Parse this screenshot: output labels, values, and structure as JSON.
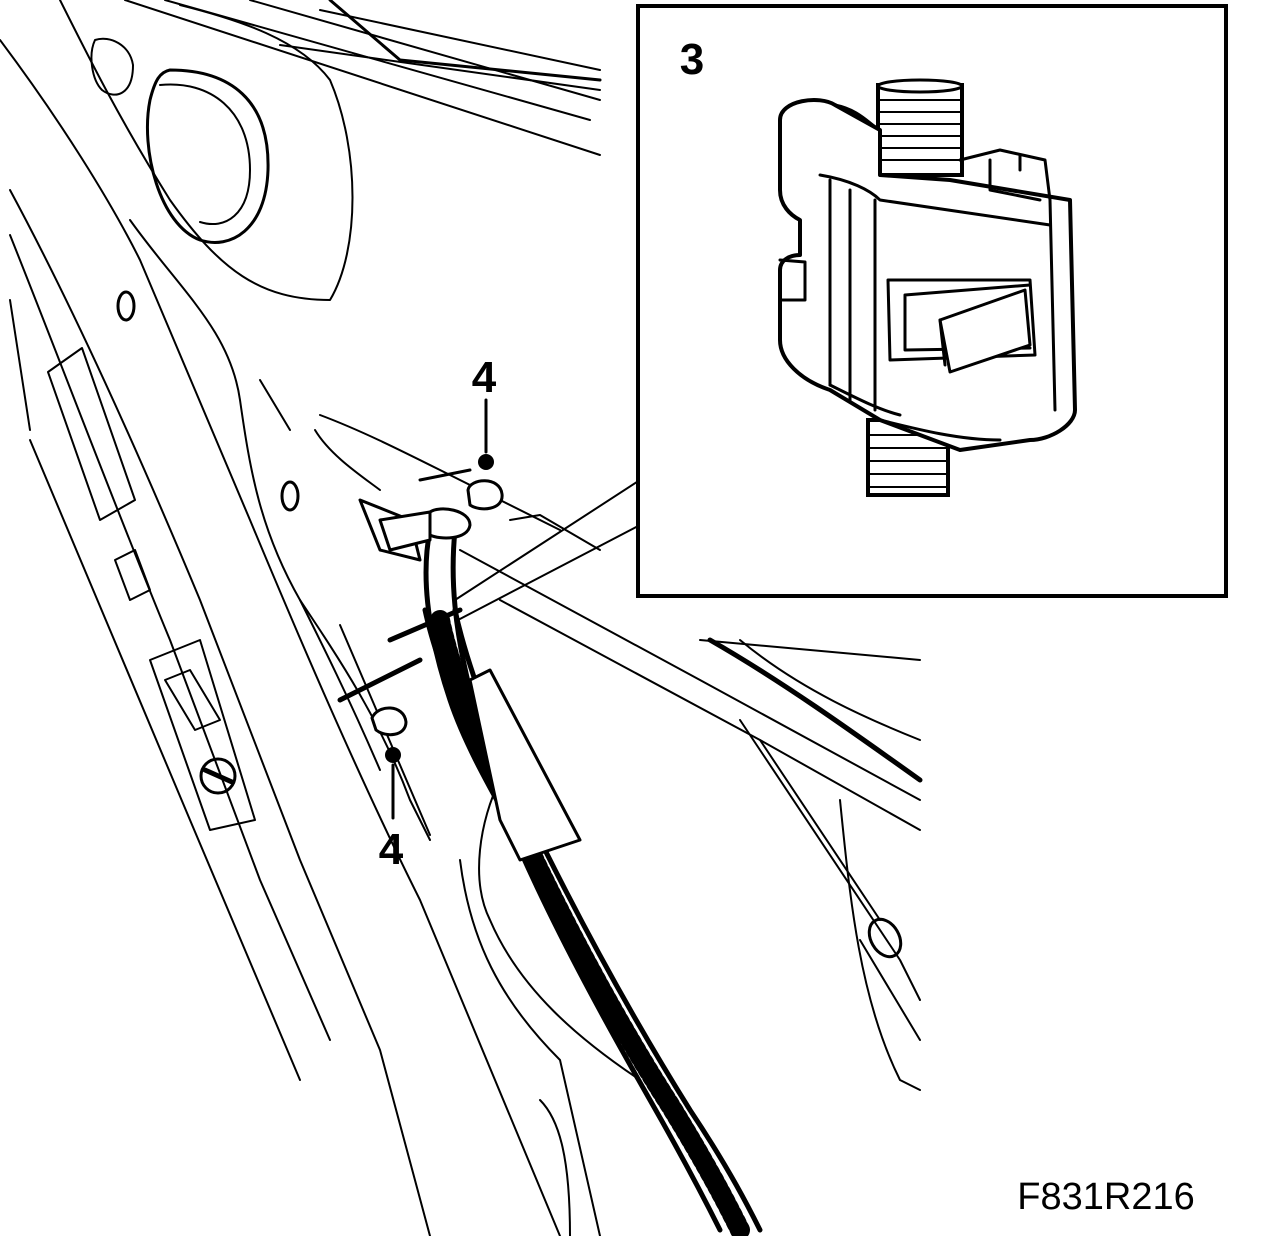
{
  "inset": {
    "label": "3"
  },
  "callouts": [
    {
      "label": "4"
    },
    {
      "label": "4"
    }
  ],
  "figure_code": "F831R216",
  "colors": {
    "ink": "#000000",
    "paper": "#ffffff"
  }
}
